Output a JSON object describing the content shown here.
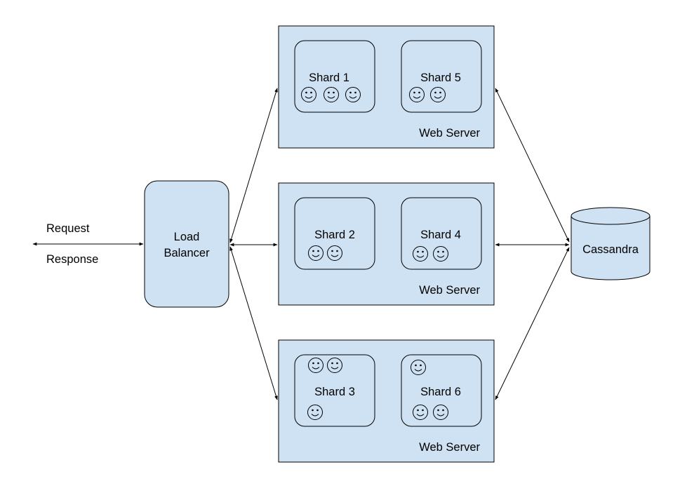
{
  "client": {
    "request_label": "Request",
    "response_label": "Response"
  },
  "load_balancer": {
    "label_line1": "Load",
    "label_line2": "Balancer"
  },
  "database": {
    "label": "Cassandra"
  },
  "web_servers": [
    {
      "label": "Web Server",
      "shards": [
        {
          "label": "Shard 1",
          "users": 3
        },
        {
          "label": "Shard 5",
          "users": 2
        }
      ]
    },
    {
      "label": "Web Server",
      "shards": [
        {
          "label": "Shard 2",
          "users": 2
        },
        {
          "label": "Shard 4",
          "users": 2
        }
      ]
    },
    {
      "label": "Web Server",
      "shards": [
        {
          "label": "Shard 3",
          "users": 3
        },
        {
          "label": "Shard 6",
          "users": 3
        }
      ]
    }
  ],
  "colors": {
    "fill": "#cfe2f3",
    "stroke": "#000000"
  },
  "icons": {
    "user": "smiley-face-icon"
  }
}
